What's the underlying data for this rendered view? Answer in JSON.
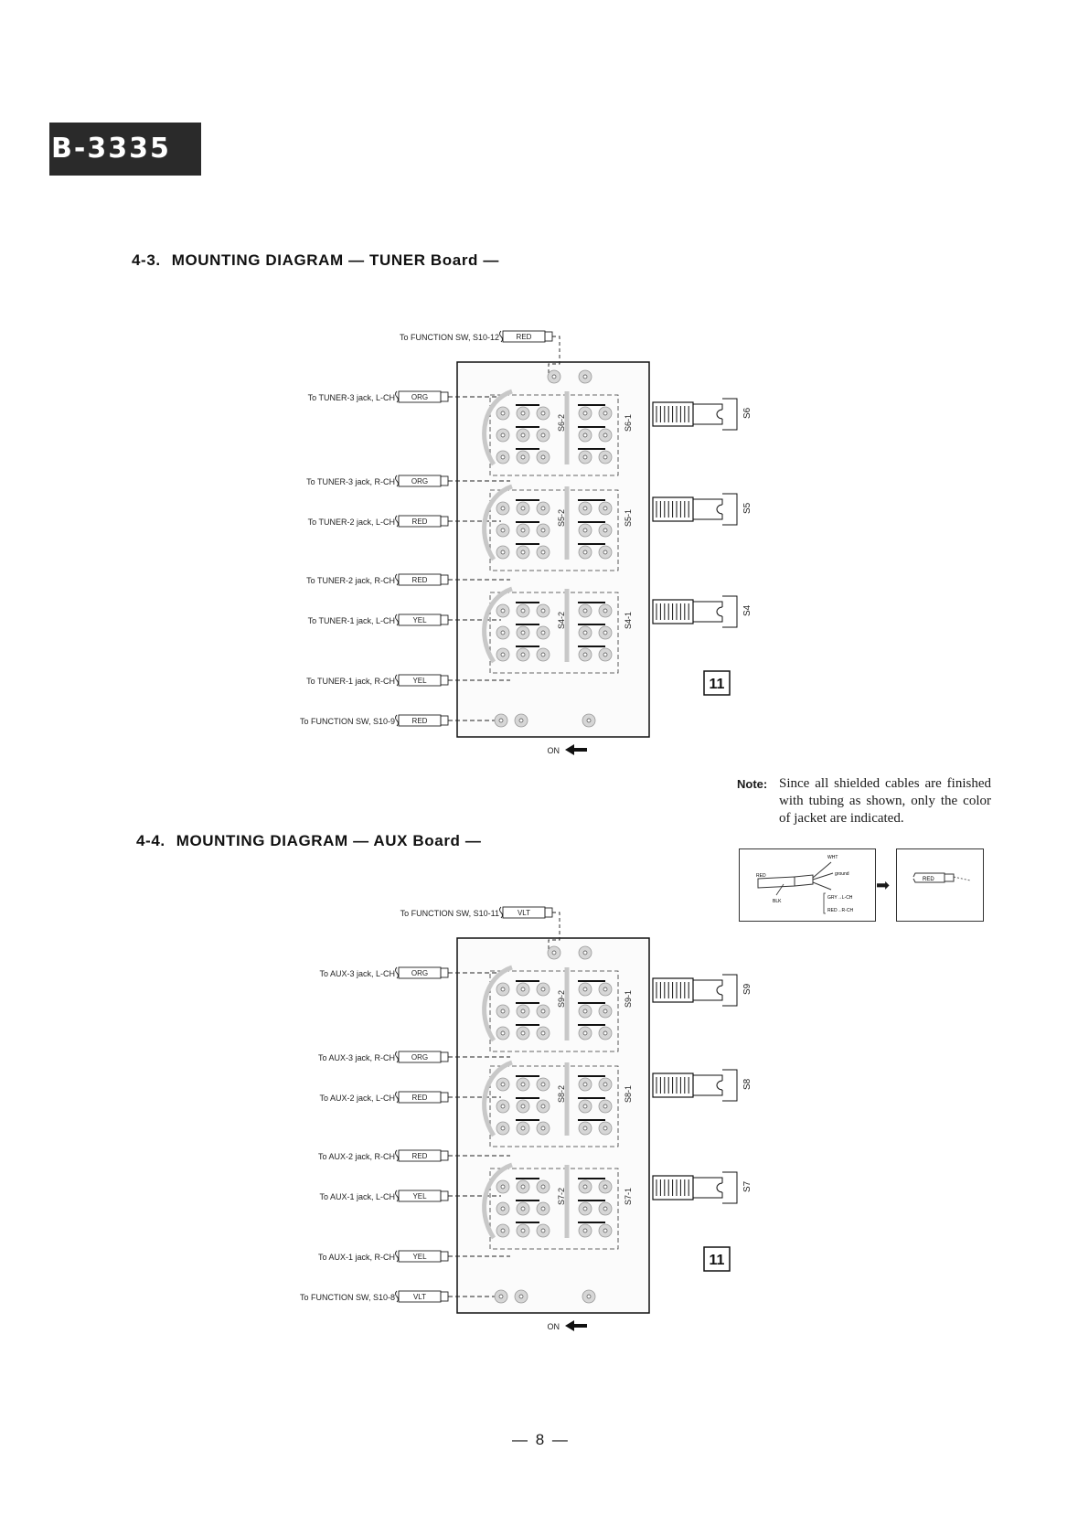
{
  "header": {
    "model": "B-3335"
  },
  "sections": [
    {
      "number": "4-3.",
      "title": "MOUNTING DIAGRAM — TUNER Board —",
      "top_label": {
        "text": "To FUNCTION SW, S10-12",
        "color": "RED"
      },
      "left_connections": [
        {
          "text": "To TUNER-3 jack, L-CH",
          "color": "ORG"
        },
        {
          "text": "To TUNER-3 jack, R-CH",
          "color": "ORG"
        },
        {
          "text": "To TUNER-2 jack, L-CH",
          "color": "RED"
        },
        {
          "text": "To TUNER-2 jack, R-CH",
          "color": "RED"
        },
        {
          "text": "To TUNER-1 jack, L-CH",
          "color": "YEL"
        },
        {
          "text": "To TUNER-1 jack, R-CH",
          "color": "YEL"
        },
        {
          "text": "To FUNCTION SW, S10-9",
          "color": "RED"
        }
      ],
      "switch_labels": [
        "S6",
        "S5",
        "S4"
      ],
      "section_labels": [
        [
          "S6-2",
          "S6-1"
        ],
        [
          "S5-2",
          "S5-1"
        ],
        [
          "S4-2",
          "S4-1"
        ]
      ],
      "board_number": "11",
      "direction_label": "ON"
    },
    {
      "number": "4-4.",
      "title": "MOUNTING DIAGRAM — AUX Board —",
      "top_label": {
        "text": "To FUNCTION SW, S10-11",
        "color": "VLT"
      },
      "left_connections": [
        {
          "text": "To AUX-3 jack, L-CH",
          "color": "ORG"
        },
        {
          "text": "To AUX-3 jack, R-CH",
          "color": "ORG"
        },
        {
          "text": "To AUX-2 jack, L-CH",
          "color": "RED"
        },
        {
          "text": "To AUX-2 jack, R-CH",
          "color": "RED"
        },
        {
          "text": "To AUX-1 jack, L-CH",
          "color": "YEL"
        },
        {
          "text": "To AUX-1 jack, R-CH",
          "color": "YEL"
        },
        {
          "text": "To FUNCTION SW, S10-8",
          "color": "VLT"
        }
      ],
      "switch_labels": [
        "S9",
        "S8",
        "S7"
      ],
      "section_labels": [
        [
          "S9-2",
          "S9-1"
        ],
        [
          "S8-2",
          "S8-1"
        ],
        [
          "S7-2",
          "S7-1"
        ]
      ],
      "board_number": "11",
      "direction_label": "ON"
    }
  ],
  "note": {
    "label": "Note:",
    "text": "Since all shielded cables are finished with tubing as shown, only the color of jacket are indicated.",
    "illustration": {
      "labels": {
        "wht": "WHT",
        "red": "RED",
        "blk": "BLK",
        "ground": "ground",
        "gry": "GRY→L-CH",
        "redch": "RED→R-CH"
      },
      "result_color": "RED"
    }
  },
  "footer": {
    "page_number": "— 8 —"
  }
}
